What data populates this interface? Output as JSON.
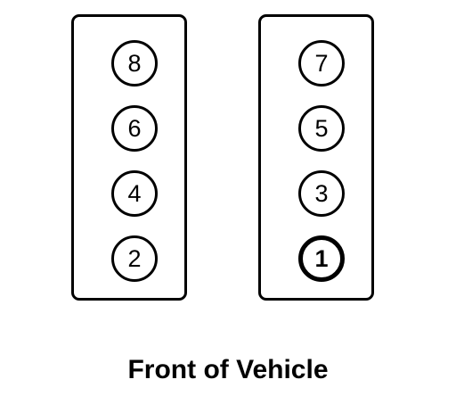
{
  "banks": [
    {
      "name": "left",
      "cylinders": [
        {
          "label": "8"
        },
        {
          "label": "6"
        },
        {
          "label": "4"
        },
        {
          "label": "2"
        }
      ]
    },
    {
      "name": "right",
      "cylinders": [
        {
          "label": "7"
        },
        {
          "label": "5"
        },
        {
          "label": "3"
        },
        {
          "label": "1",
          "emphasized": true
        }
      ]
    }
  ],
  "caption": "Front of Vehicle",
  "colors": {
    "stroke": "#000000",
    "background": "#ffffff"
  }
}
